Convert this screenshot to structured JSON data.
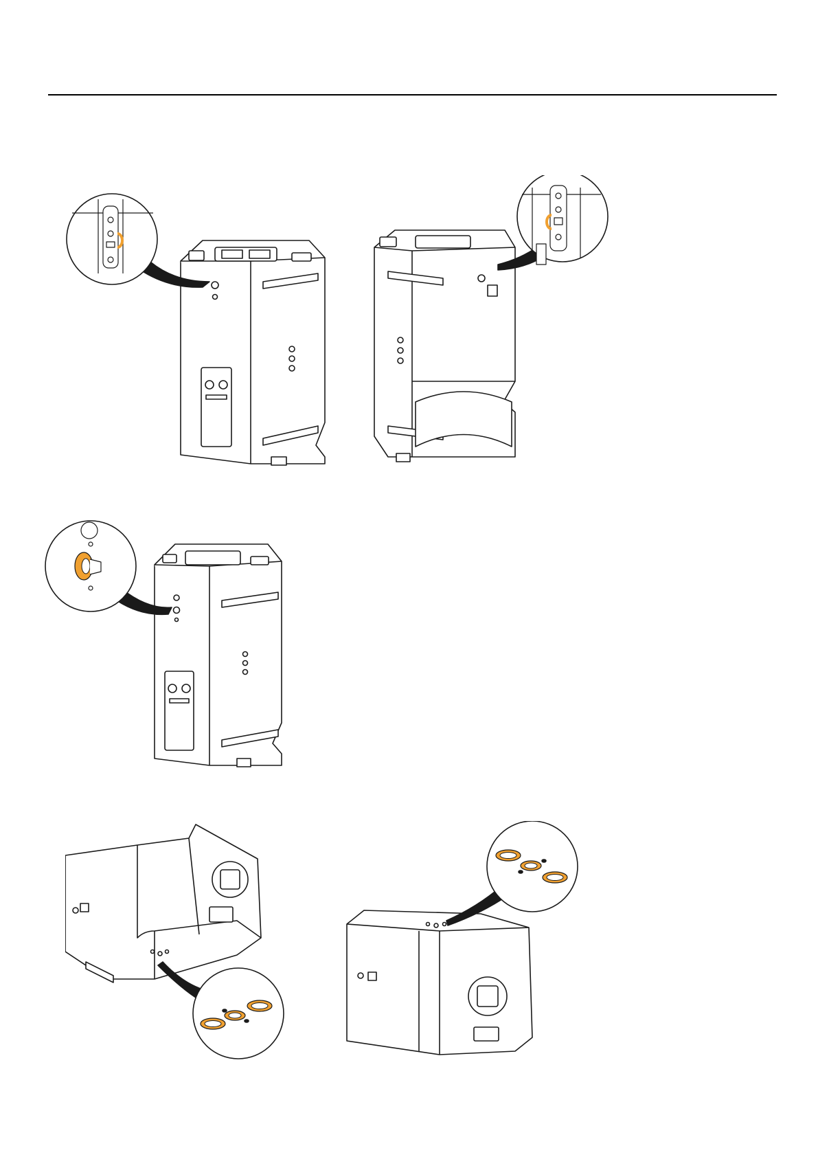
{
  "page": {
    "background": "#ffffff"
  },
  "colors": {
    "line": "#1a1a1a",
    "highlight": "#f0a030",
    "fill": "#ffffff"
  },
  "figures": [
    {
      "id": "fig-1",
      "icon": "speaker-rear-view",
      "callout": "rigging-pin-detail"
    },
    {
      "id": "fig-2",
      "icon": "speaker-front-view",
      "callout": "rigging-pin-detail"
    },
    {
      "id": "fig-3",
      "icon": "speaker-rear-view",
      "callout": "threaded-insert-detail"
    },
    {
      "id": "fig-4",
      "icon": "speaker-bottom-view",
      "callout": "base-inserts-detail"
    },
    {
      "id": "fig-5",
      "icon": "speaker-bottom-view",
      "callout": "base-inserts-detail"
    }
  ]
}
